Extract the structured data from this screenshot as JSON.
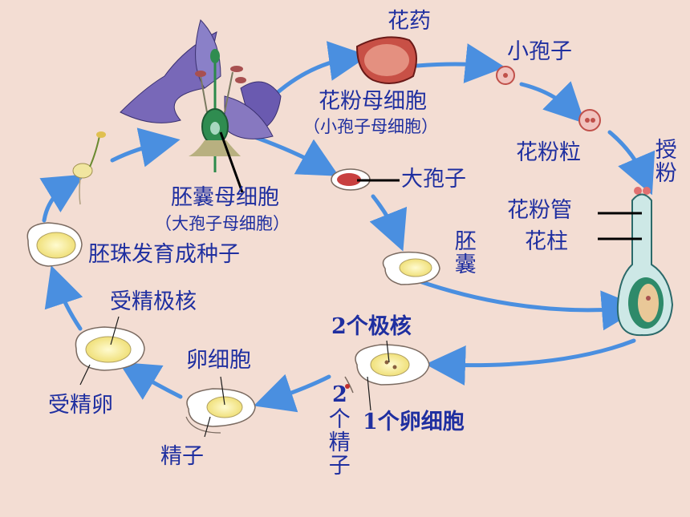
{
  "colors": {
    "background": "#f3ddd3",
    "label_text": "#1f2fa0",
    "arrow": "#4a8fe0",
    "leader_line": "#000000"
  },
  "labels": {
    "anther": "花药",
    "microspore": "小孢子",
    "pollen_mother_cell": "花粉母细胞",
    "pollen_mother_cell_alt": "（小孢子母细胞）",
    "pollen_grain": "花粉粒",
    "pollination": "授粉",
    "pollen_tube": "花粉管",
    "style": "花柱",
    "megaspore": "大孢子",
    "embryo_sac_mother_cell": "胚囊母细胞",
    "embryo_sac_mother_cell_alt": "（大孢子母细胞）",
    "embryo_sac": "胚囊",
    "ovule_to_seed": "胚珠发育成种子",
    "fertilized_polar_nuclei": "受精极核",
    "two_polar_nuclei": "2个极核",
    "egg_cell": "卵细胞",
    "fertilized_egg": "受精卵",
    "sperm": "精子",
    "two_sperm_digit": "2",
    "two_sperm_text": "个精子",
    "one_egg_cell": "1个卵细胞"
  }
}
